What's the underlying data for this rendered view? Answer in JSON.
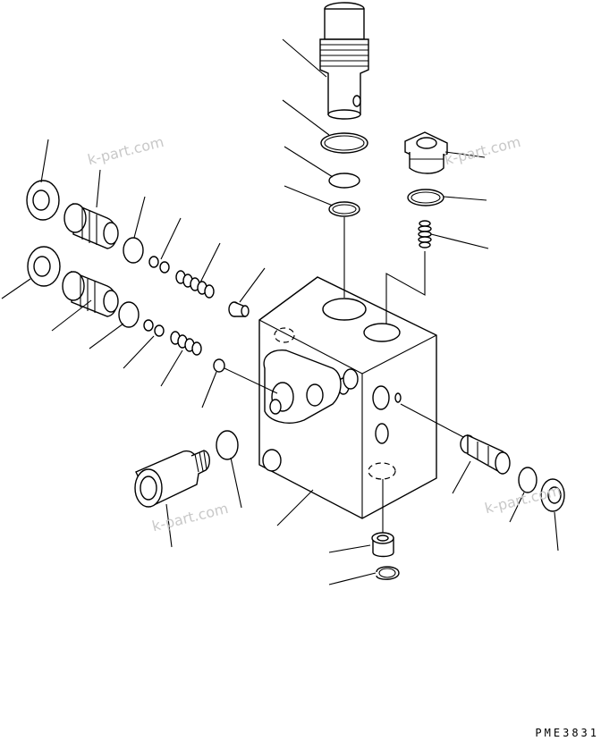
{
  "diagram": {
    "drawing_code": "PME3831",
    "watermarks": [
      "k-part.com",
      "k-part.com",
      "k-part.com",
      "k-part.com"
    ],
    "line_color": "#000000",
    "watermark_color": "#c8c8c8",
    "background": "#ffffff"
  }
}
